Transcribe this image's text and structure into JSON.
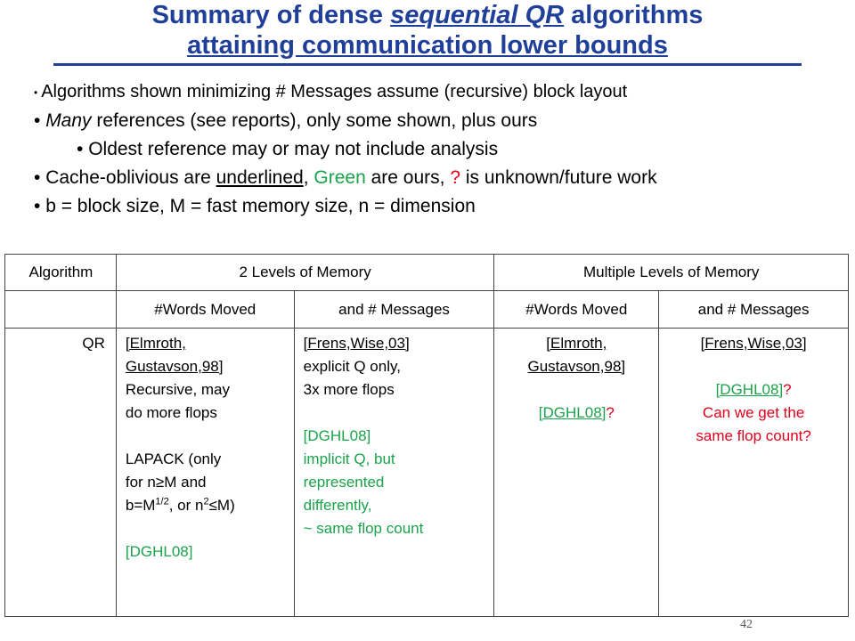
{
  "title": {
    "line1_pre": "Summary of dense ",
    "line1_em": "sequential QR",
    "line1_post": " algorithms",
    "line2": "attaining communication lower bounds"
  },
  "bullets": {
    "b1": "Algorithms shown minimizing # Messages assume (recursive) block layout",
    "b2_em": "Many",
    "b2_rest": " references (see reports), only some shown, plus ours",
    "b3": "Oldest reference may or may not include analysis",
    "b4_pre": "Cache-oblivious are ",
    "b4_ul": "underlined",
    "b4_mid": ", ",
    "b4_green": "Green",
    "b4_mid2": " are ours, ",
    "b4_red": "?",
    "b4_post": " is unknown/future work",
    "b5": "b = block size, M = fast memory size, n = dimension"
  },
  "table": {
    "h_algorithm": "Algorithm",
    "h_two_levels": "2 Levels of Memory",
    "h_multi_levels": "Multiple Levels of Memory",
    "sub_words1": "#Words Moved",
    "sub_msgs1": "and # Messages",
    "sub_words2": "#Words Moved",
    "sub_msgs2": "and # Messages",
    "row_algo": "QR",
    "c1": {
      "ref1a": "[Elmroth,",
      "ref1b": "Gustavson,98]",
      "t1": "Recursive, may",
      "t2": "do more flops",
      "t3": "LAPACK (only",
      "t4a": "for  n",
      "t4sym": "≥",
      "t4b": "M and",
      "t5a": "b=M",
      "t5sup": "1/2",
      "t5b": ", or n",
      "t5sup2": "2",
      "t5sym": "≤",
      "t5c": "M)",
      "ref2": "[DGHL08]"
    },
    "c2": {
      "ref1": "[Frens,Wise,03]",
      "t1": "explicit Q only,",
      "t2": "3x more flops",
      "g1": "[DGHL08]",
      "g2": "implicit Q, but",
      "g3": "represented",
      "g4": "differently,",
      "g5": "~ same flop count"
    },
    "c3": {
      "ref1a": "[Elmroth,",
      "ref1b": "Gustavson,98]",
      "g1": "[DGHL08]",
      "r1": "?"
    },
    "c4": {
      "ref1": "[Frens,Wise,03]",
      "g1": "[DGHL08]",
      "r1": "?",
      "r2": "Can we get the",
      "r3": "same flop count?"
    }
  },
  "page_number": "42"
}
